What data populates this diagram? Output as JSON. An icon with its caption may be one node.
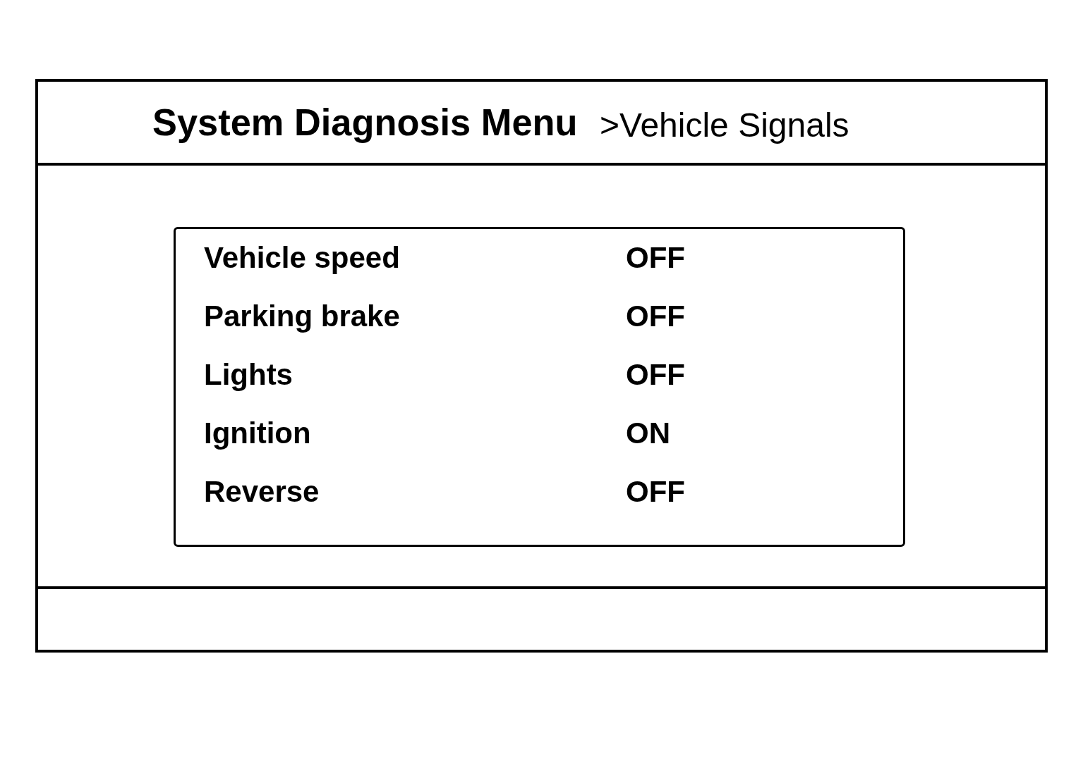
{
  "diagram": {
    "nodes": [
      {
        "text": [],
        "shape": "box"
      },
      {
        "text": [
          "System Diagnosis Menu",
          ">Vehicle Signals"
        ],
        "in": 0
      },
      {
        "text": [
          "Vehicle speed",
          "OFF",
          "Parking brake",
          "OFF",
          "Lights",
          "OFF",
          "Ignition",
          "ON",
          "Reverse",
          "OFF"
        ],
        "in": 0
      },
      {
        "text": [],
        "shape": "box",
        "in": 0
      }
    ]
  }
}
